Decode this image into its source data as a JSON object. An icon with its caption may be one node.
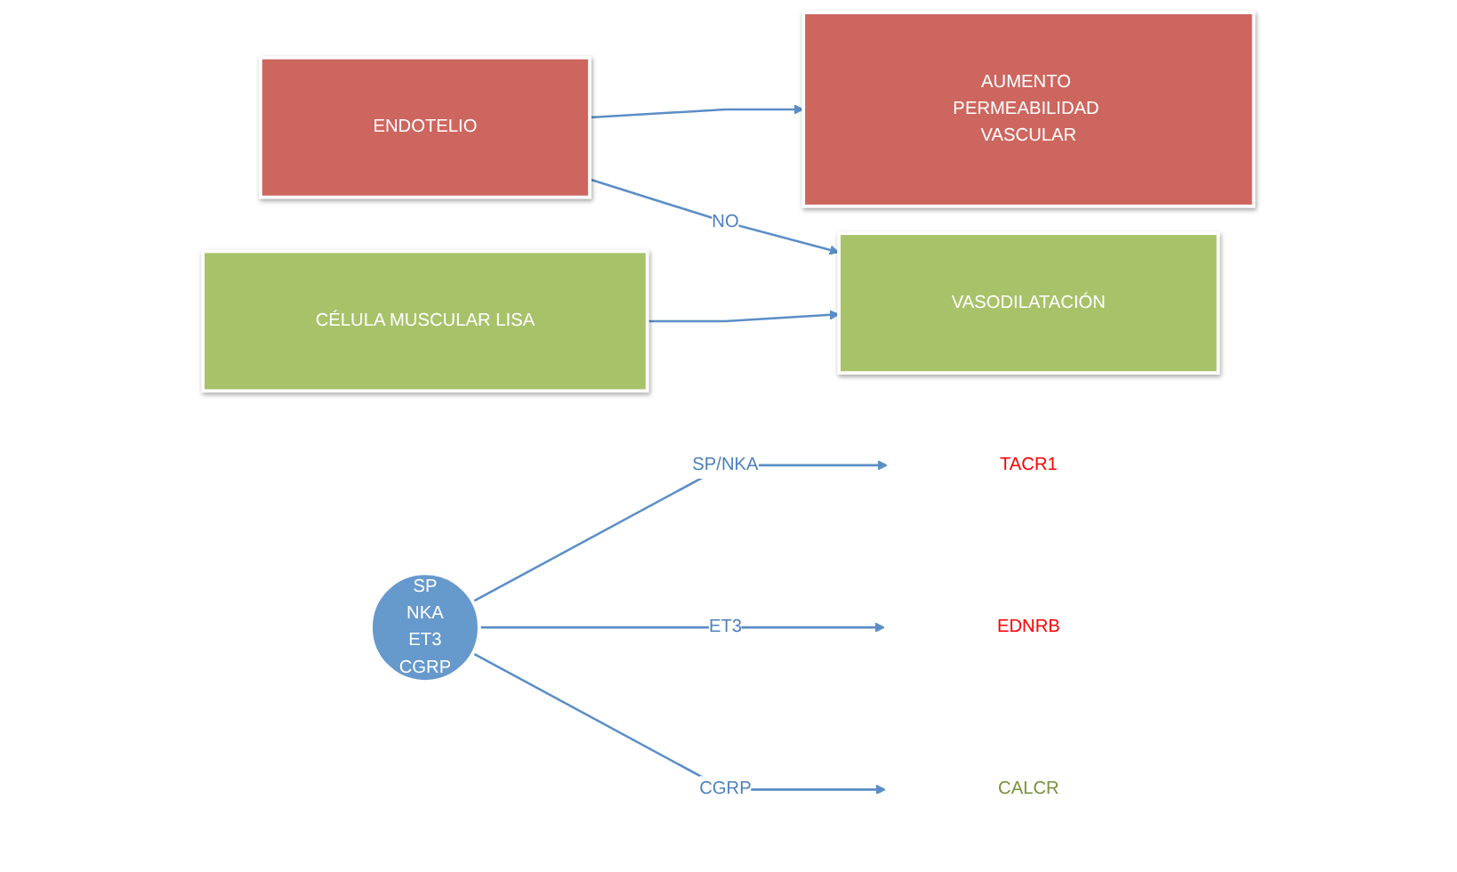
{
  "diagram": {
    "nodes": [
      {
        "text": [
          "ENDOTELIO"
        ]
      },
      {
        "text": [
          "AUMENTO PERMEABILIDAD VASCULAR"
        ]
      },
      {
        "text": [
          "TACR1"
        ]
      },
      {
        "text": [
          "EDNRB"
        ]
      },
      {
        "text": [
          "SP",
          "NKA",
          "ET3",
          "CGRP"
        ]
      },
      {
        "text": [
          "CALCR"
        ]
      },
      {
        "text": [
          "CÉLULA MUSCULAR LISA"
        ]
      },
      {
        "text": [
          "VASODILATACIÓN"
        ]
      }
    ],
    "edges": [
      {
        "from": 0,
        "to": 1,
        "arrow": "to"
      },
      {
        "from": 0,
        "to": 7,
        "arrow": "to",
        "label": "NO"
      },
      {
        "from": 6,
        "to": 7,
        "arrow": "to"
      },
      {
        "from": 4,
        "to": 2,
        "arrow": "to",
        "label": "SP/NKA"
      },
      {
        "from": 4,
        "to": 3,
        "arrow": "to",
        "label": "ET3"
      },
      {
        "from": 4,
        "to": 5,
        "arrow": "to",
        "label": "CGRP"
      }
    ]
  }
}
